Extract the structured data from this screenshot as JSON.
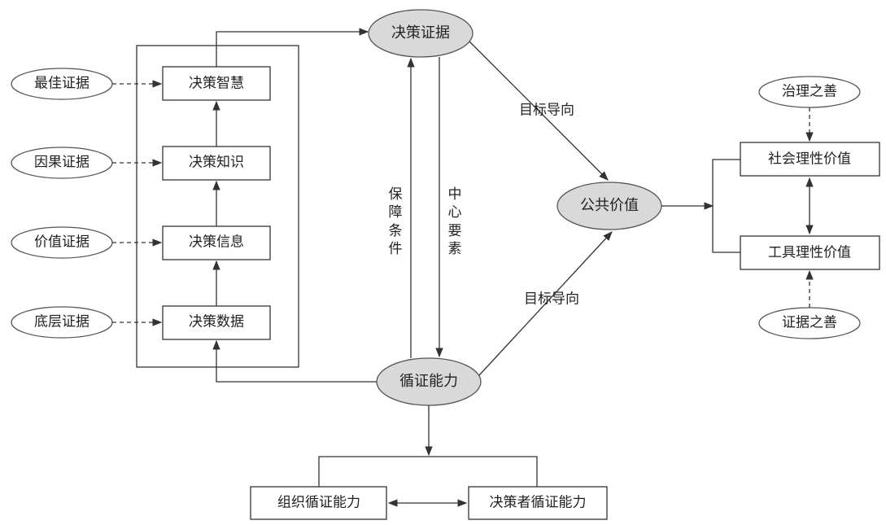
{
  "evidence_inputs": {
    "best": "最佳证据",
    "causal": "因果证据",
    "value": "价值证据",
    "base": "底层证据"
  },
  "decision_stack": {
    "wisdom": "决策智慧",
    "knowledge": "决策知识",
    "information": "决策信息",
    "data": "决策数据"
  },
  "center": {
    "decision_evidence": "决策证据",
    "evidence_capability": "循证能力",
    "guarantee": "保障条件",
    "core_elements": "中心要素"
  },
  "public_value": "公共价值",
  "goal_orientation_top": "目标导向",
  "goal_orientation_bottom": "目标导向",
  "values": {
    "social_rational": "社会理性价值",
    "instrumental_rational": "工具理性价值",
    "governance_good": "治理之善",
    "evidence_good": "证据之善"
  },
  "capabilities": {
    "organizational": "组织循证能力",
    "decision_maker": "决策者循证能力"
  }
}
